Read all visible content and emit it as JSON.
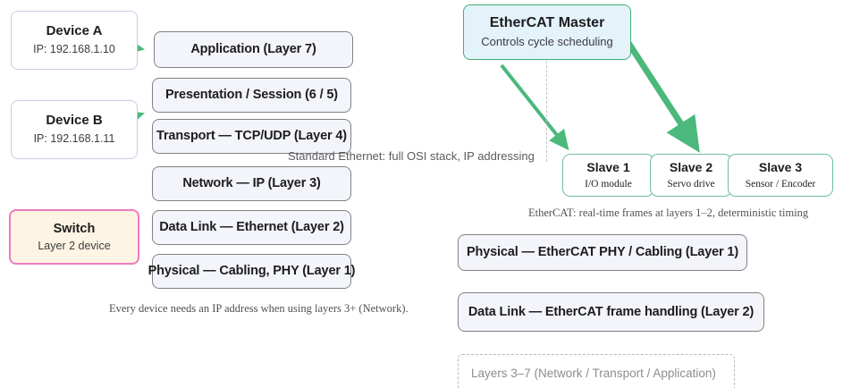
{
  "diagram": {
    "title": "Standard Ethernet OSI stack versus EtherCAT stack",
    "colors": {
      "accent_green": "#3fae71",
      "device_border": "#c9cbe8",
      "switch_border": "#ef7cc0",
      "switch_fill": "#fdf4e3",
      "master_fill": "#e4f2fa",
      "layer_fill": "#f3f5fb",
      "layer_border": "#7f8184",
      "slave_border": "#6fbf9a",
      "muted_text": "#8b8d92",
      "background": "#ffffff"
    }
  },
  "left": {
    "devices": [
      {
        "title": "Device A",
        "subtitle": "IP: 192.168.1.10"
      },
      {
        "title": "Device B",
        "subtitle": "IP: 192.168.1.11"
      }
    ],
    "switch": {
      "title": "Switch",
      "subtitle": "Layer 2 device"
    },
    "osi_layers": [
      {
        "label": "Application (Layer 7)"
      },
      {
        "label": "Presentation / Session (6 / 5)"
      },
      {
        "label": "Transport — TCP/UDP (Layer 4)"
      },
      {
        "label": "Network — IP (Layer 3)"
      },
      {
        "label": "Data Link — Ethernet (Layer 2)"
      },
      {
        "label": "Physical — Cabling, PHY (Layer 1)"
      }
    ],
    "caption_stack": "Standard Ethernet: full OSI stack, IP addressing",
    "caption_bottom": "Every device needs an IP address when using layers 3+ (Network)."
  },
  "right": {
    "master": {
      "title": "EtherCAT Master",
      "subtitle": "Controls cycle scheduling"
    },
    "slaves": [
      {
        "title": "Slave 1",
        "subtitle": "I/O module"
      },
      {
        "title": "Slave 2",
        "subtitle": "Servo drive"
      },
      {
        "title": "Slave 3",
        "subtitle": "Sensor / Encoder"
      }
    ],
    "caption_slaves": "EtherCAT: real-time frames at layers 1–2, deterministic timing",
    "ethercat_layers": [
      {
        "label": "Physical — EtherCAT PHY / Cabling (Layer 1)"
      },
      {
        "label": "Data Link — EtherCAT frame handling (Layer 2)"
      }
    ],
    "omitted_note": {
      "line1": "Layers 3–7 (Network / Transport / Application)",
      "line2": ""
    }
  }
}
